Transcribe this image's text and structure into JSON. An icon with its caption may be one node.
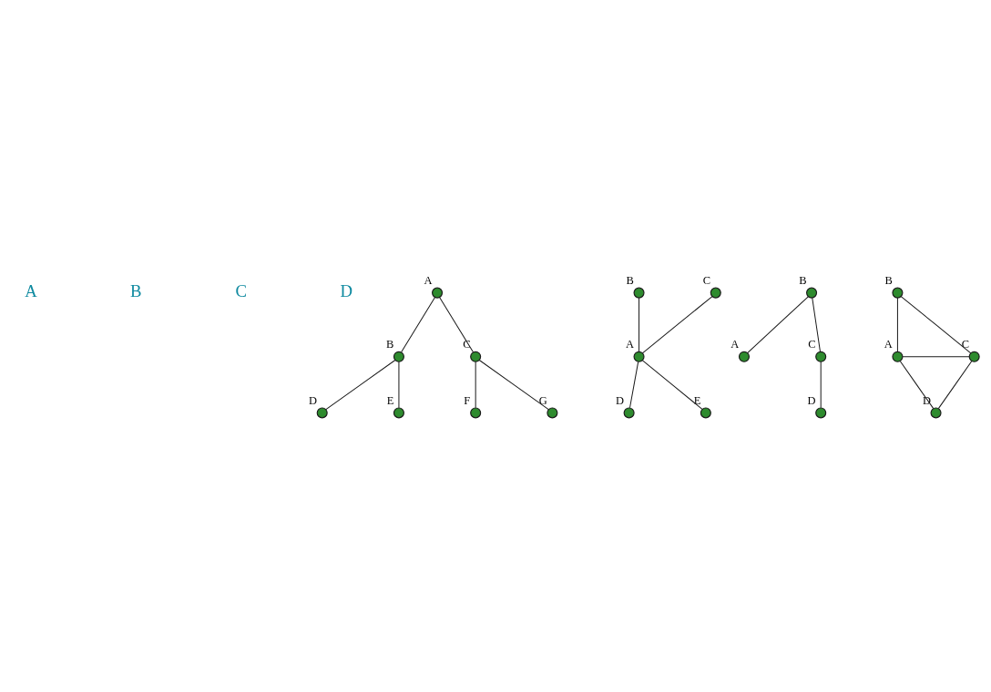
{
  "diagram": {
    "nodes": [
      {
        "text": [],
        "shape": "circle",
        "beside": [
          "A"
        ]
      },
      {
        "text": [],
        "shape": "circle",
        "beside": [
          "B"
        ]
      },
      {
        "text": [],
        "shape": "circle",
        "beside": [
          "C"
        ]
      },
      {
        "text": [],
        "shape": "circle",
        "beside": [
          "D"
        ]
      },
      {
        "text": [],
        "shape": "circle",
        "beside": [
          "E"
        ]
      },
      {
        "text": [],
        "shape": "circle",
        "beside": [
          "F"
        ]
      },
      {
        "text": [],
        "shape": "circle",
        "beside": [
          "G"
        ]
      },
      {
        "text": [],
        "shape": "circle",
        "beside": [
          "B"
        ]
      },
      {
        "text": [],
        "shape": "circle",
        "beside": [
          "C"
        ]
      },
      {
        "text": [],
        "shape": "circle",
        "beside": [
          "A"
        ]
      },
      {
        "text": [],
        "shape": "circle",
        "beside": [
          "D"
        ]
      },
      {
        "text": [],
        "shape": "circle",
        "beside": [
          "E"
        ]
      },
      {
        "text": [],
        "shape": "circle",
        "beside": [
          "B"
        ]
      },
      {
        "text": [],
        "shape": "circle",
        "beside": [
          "A"
        ]
      },
      {
        "text": [],
        "shape": "circle",
        "beside": [
          "C"
        ]
      },
      {
        "text": [],
        "shape": "circle",
        "beside": [
          "D"
        ]
      },
      {
        "text": [],
        "shape": "circle",
        "beside": [
          "B"
        ]
      },
      {
        "text": [],
        "shape": "circle",
        "beside": [
          "A"
        ]
      },
      {
        "text": [],
        "shape": "circle",
        "beside": [
          "C"
        ]
      },
      {
        "text": [],
        "shape": "circle",
        "beside": [
          "D"
        ]
      }
    ],
    "edges": [
      {
        "from": 0,
        "to": 1,
        "arrow": "none"
      },
      {
        "from": 0,
        "to": 2,
        "arrow": "none"
      },
      {
        "from": 1,
        "to": 3,
        "arrow": "none"
      },
      {
        "from": 1,
        "to": 4,
        "arrow": "none"
      },
      {
        "from": 2,
        "to": 5,
        "arrow": "none"
      },
      {
        "from": 2,
        "to": 6,
        "arrow": "none"
      },
      {
        "from": 7,
        "to": 9,
        "arrow": "none"
      },
      {
        "from": 8,
        "to": 9,
        "arrow": "none"
      },
      {
        "from": 9,
        "to": 10,
        "arrow": "none"
      },
      {
        "from": 9,
        "to": 11,
        "arrow": "none"
      },
      {
        "from": 12,
        "to": 13,
        "arrow": "none"
      },
      {
        "from": 12,
        "to": 14,
        "arrow": "none"
      },
      {
        "from": 14,
        "to": 15,
        "arrow": "none"
      },
      {
        "from": 16,
        "to": 17,
        "arrow": "none"
      },
      {
        "from": 16,
        "to": 18,
        "arrow": "none"
      },
      {
        "from": 17,
        "to": 18,
        "arrow": "none"
      },
      {
        "from": 17,
        "to": 19,
        "arrow": "none"
      },
      {
        "from": 18,
        "to": 19,
        "arrow": "none"
      }
    ],
    "labels": [
      "A",
      "B",
      "C",
      "D"
    ]
  }
}
